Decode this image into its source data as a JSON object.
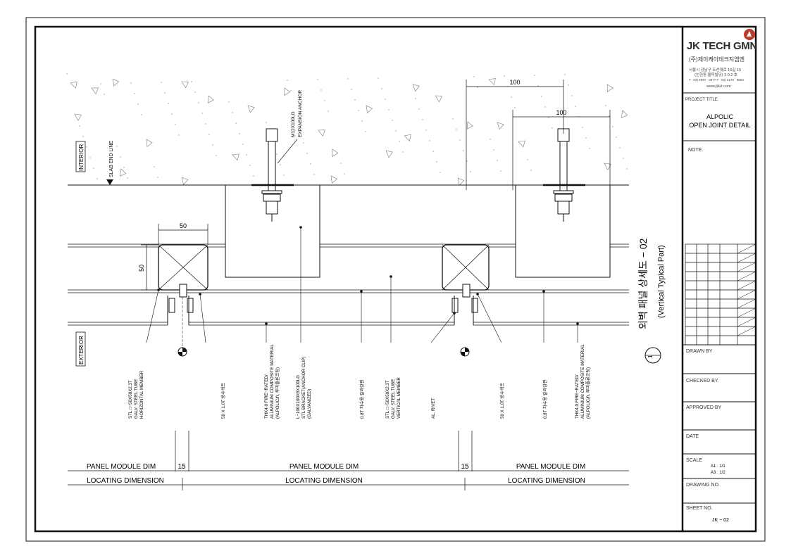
{
  "company": {
    "name": "JK TECH GMN",
    "korean_name": "(주)제이케이테크지엠엔",
    "address_line1": "서울시 강남구 도산대로 16길 15",
    "address_line2": "(논현동 올피빌딩) 3 0 2 호",
    "phone_line": "T : 02) 6997 · 0877  F : 02) 2179 · 8803",
    "website": "www.jkkit.com"
  },
  "title_block": {
    "project_title_label": "PROJECT TITLE.",
    "project_title_line1": "ALPOLIC",
    "project_title_line2": "OPEN JOINT DETAIL",
    "note_label": "NOTE.",
    "drawn_by_label": "DRAWN BY",
    "checked_by_label": "CHECKED BY.",
    "approved_by_label": "APPROVED BY",
    "date_label": "DATE",
    "scale_label": "SCALE",
    "scale_a1": "A1 : 1/1",
    "scale_a3": "A3 : 1/2",
    "drawing_no_label": "DRAWING NO.",
    "sheet_no_label": "SHEET NO.",
    "sheet_no": "JK − 02"
  },
  "drawing": {
    "title_korean": "외벽 패널 상세도 − 02",
    "title_english": "(Vertical Typical Part)",
    "detail_number": "1",
    "interior_label": "INTERIOR",
    "exterior_label": "EXTERIOR",
    "slab_end_label": "SLAB END LINE",
    "anchor_line1": "M12X100LG",
    "anchor_line2": "EXPANSION ANCHOR",
    "dims": {
      "d100_top": "100",
      "d100_mid": "100",
      "d50_w": "50",
      "d50_h": "50",
      "joint_left": "15",
      "joint_right": "15"
    },
    "callouts": [
      {
        "line1": "STL □−50X50X2.3T",
        "line2": "GALV. STEEL TUBE",
        "line3": "HORIZONTAL MEMBER"
      },
      {
        "line1": "50 X 1.0T 방수쉬트",
        "line2": "",
        "line3": ""
      },
      {
        "line1": "THK4.0 FIRE−RATED/",
        "line2": "ALUMINIUM COMPOSITE MATERIAL",
        "line3": "(ALPOLIC/fr, 루미플론코팅)"
      },
      {
        "line1": "L−100X100X6X100LG",
        "line2": "STL BRACKET(ANCHOR CLIP)",
        "line3": "(GALVANIZED)"
      },
      {
        "line1": "0.8T 차수용 칼라강판",
        "line2": "",
        "line3": ""
      },
      {
        "line1": "STL □−50X50X2.3T",
        "line2": "GALV. STEEL TUBE",
        "line3": "VERTICAL MEMBER"
      },
      {
        "line1": "AL. RIVET",
        "line2": "",
        "line3": ""
      },
      {
        "line1": "50 X 1.0T 방수쉬트",
        "line2": "",
        "line3": ""
      },
      {
        "line1": "0.8T 차수용 칼라강판",
        "line2": "",
        "line3": ""
      },
      {
        "line1": "THK4.0 FIRE−RATED/",
        "line2": "ALUMINIUM COMPOSITE MATERIAL",
        "line3": "(ALPOLIC/fr, 루미플론코팅)"
      }
    ],
    "bottom_dims": {
      "panel_module_dim": "PANEL MODULE DIM",
      "locating_dimension": "LOCATING DIMENSION"
    }
  },
  "colors": {
    "line": "#111111",
    "accent": "#c0392b"
  }
}
